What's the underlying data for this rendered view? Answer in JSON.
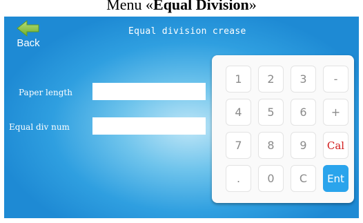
{
  "caption": {
    "prefix": "Menu «",
    "bold": "Equal Division",
    "suffix": "»"
  },
  "header": {
    "back_label": "Back",
    "title": "Equal division crease"
  },
  "fields": {
    "paper_length": {
      "label": "Paper length",
      "value": ""
    },
    "equal_div_num": {
      "label": "Equal div num",
      "value": ""
    }
  },
  "keypad": {
    "rows": [
      [
        "1",
        "2",
        "3",
        "-"
      ],
      [
        "4",
        "5",
        "6",
        "+"
      ],
      [
        "7",
        "8",
        "9",
        "Cal"
      ],
      [
        ".",
        "0",
        "C",
        "Ent"
      ]
    ]
  },
  "colors": {
    "accent": "#2aa4ec",
    "cal": "#d11a1a",
    "back_arrow": "#8cc63f"
  },
  "icons": {
    "back": "back-arrow-icon"
  }
}
